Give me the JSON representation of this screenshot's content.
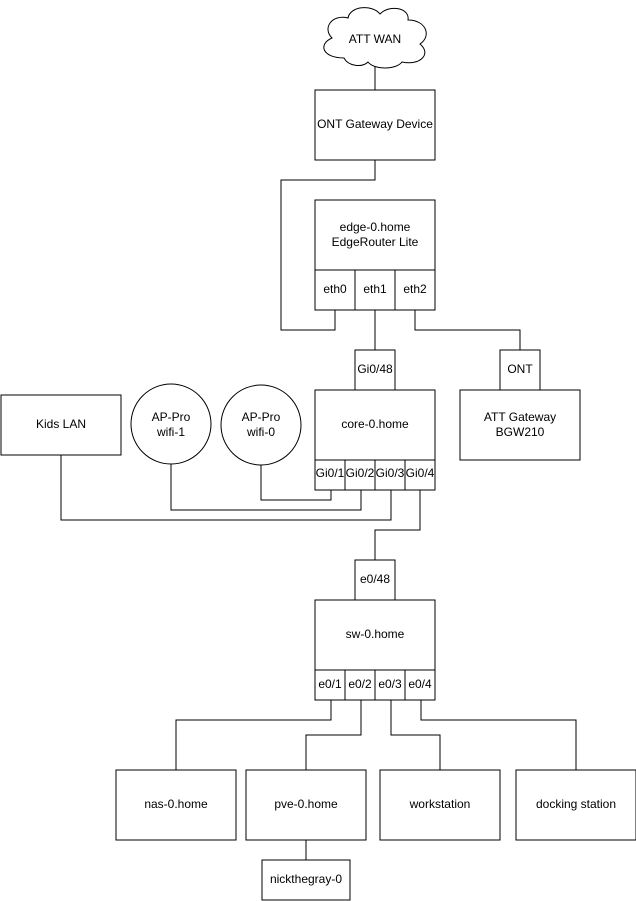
{
  "nodes": {
    "wan": {
      "label": "ATT WAN"
    },
    "ont_gateway": {
      "label": "ONT Gateway Device"
    },
    "edge": {
      "line1": "edge-0.home",
      "line2": "EdgeRouter Lite",
      "ports": [
        "eth0",
        "eth1",
        "eth2"
      ]
    },
    "core": {
      "label": "core-0.home",
      "uplink_port": "Gi0/48",
      "ports": [
        "Gi0/1",
        "Gi0/2",
        "Gi0/3",
        "Gi0/4"
      ]
    },
    "att_gateway": {
      "line1": "ATT Gateway",
      "line2": "BGW210",
      "port": "ONT"
    },
    "kids_lan": {
      "label": "Kids LAN"
    },
    "ap_wifi1": {
      "line1": "AP-Pro",
      "line2": "wifi-1"
    },
    "ap_wifi0": {
      "line1": "AP-Pro",
      "line2": "wifi-0"
    },
    "sw": {
      "label": "sw-0.home",
      "uplink_port": "e0/48",
      "ports": [
        "e0/1",
        "e0/2",
        "e0/3",
        "e0/4"
      ]
    },
    "nas": {
      "label": "nas-0.home"
    },
    "pve": {
      "label": "pve-0.home"
    },
    "workstation": {
      "label": "workstation"
    },
    "docking": {
      "label": "docking station"
    },
    "nickthegray": {
      "label": "nickthegray-0"
    }
  },
  "colors": {
    "stroke": "#000000",
    "fill": "#ffffff",
    "text": "#000000"
  }
}
